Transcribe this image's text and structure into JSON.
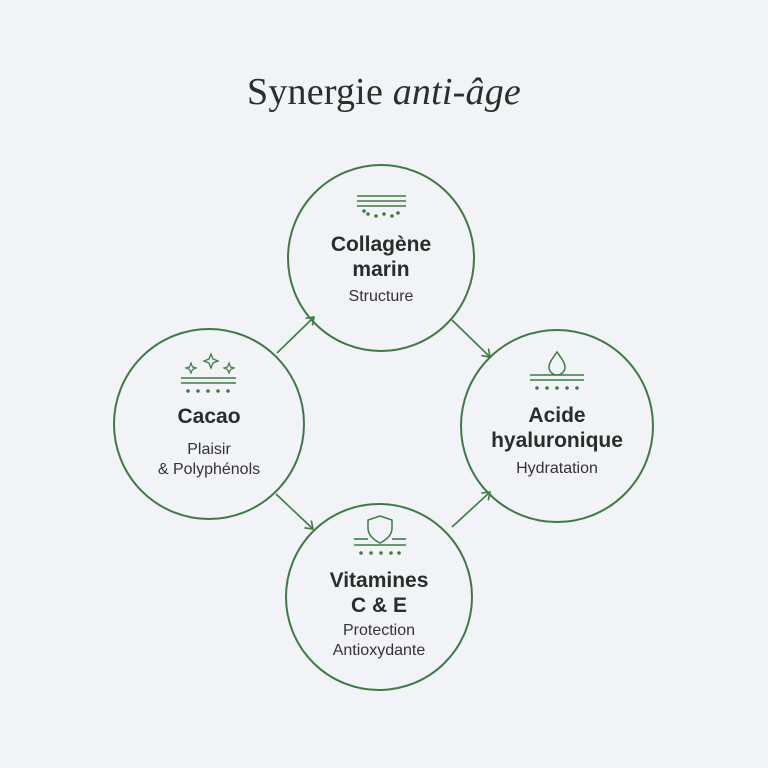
{
  "title": {
    "regular": "Synergie",
    "italic": "anti-âge"
  },
  "colors": {
    "accent": "#3f7a45",
    "background": "#f1f3f6",
    "text": "#2a2d2a"
  },
  "nodes": [
    {
      "id": "collagene",
      "name": "Collagène\nmarin",
      "subtitle": "Structure",
      "icon": "skin-layer-icon"
    },
    {
      "id": "cacao",
      "name": "Cacao",
      "subtitle": "Plaisir\n& Polyphénols",
      "icon": "sparkle-skin-icon"
    },
    {
      "id": "acide",
      "name": "Acide\nhyaluronique",
      "subtitle": "Hydratation",
      "icon": "droplet-skin-icon"
    },
    {
      "id": "vitamines",
      "name": "Vitamines\nC & E",
      "subtitle": "Protection\nAntioxydante",
      "icon": "shield-skin-icon"
    }
  ]
}
